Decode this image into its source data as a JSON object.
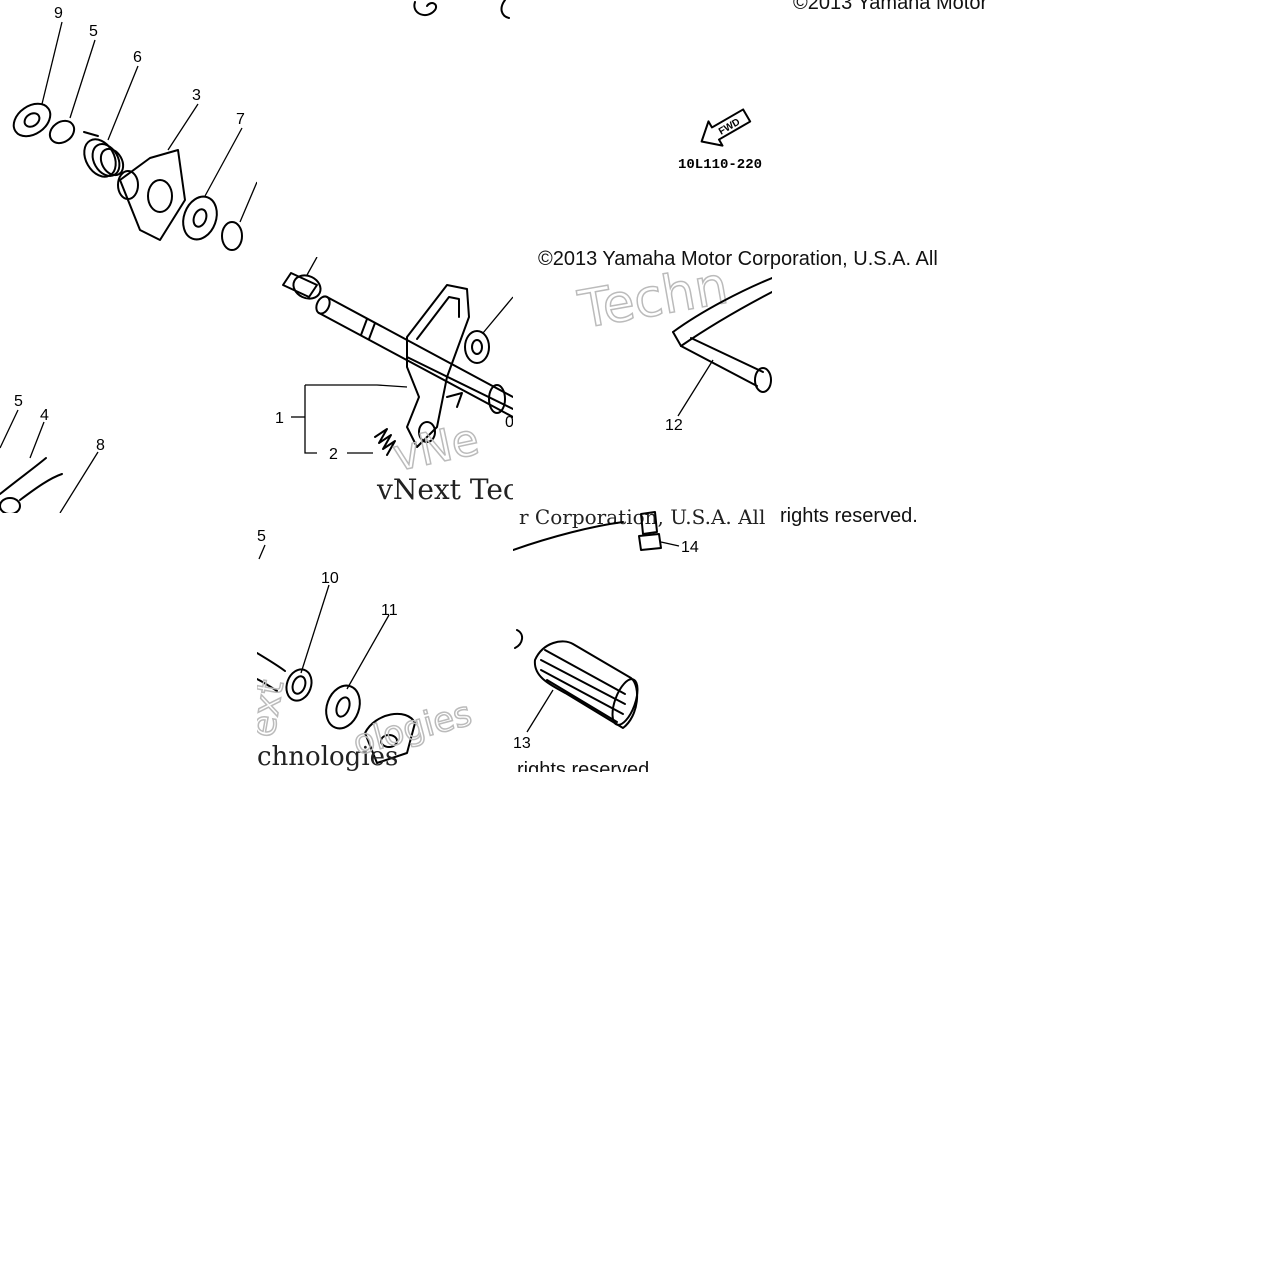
{
  "copyright_top": "©2013 Yamaha Motor",
  "copyright_mid": "©2013 Yamaha Motor Corporation, U.S.A. All",
  "copyright_right": "rights reserved.",
  "copyright_bottom": "rights reserved.",
  "part_code": "10L110-220",
  "fwd_label": "FWD",
  "watermark_1": "Techn",
  "watermark_2": "vNext Tec",
  "watermark_3": "chnologies",
  "watermark_4": "ologies",
  "callouts": {
    "c9": "9",
    "c5a": "5",
    "c6": "6",
    "c3": "3",
    "c7": "7",
    "c5b": "5",
    "c4": "4",
    "c8": "8",
    "c1": "1",
    "c2": "2",
    "c10b": "0",
    "c12": "12",
    "c14": "14",
    "c5c": "5",
    "c10": "10",
    "c11": "11",
    "c13": "13"
  }
}
